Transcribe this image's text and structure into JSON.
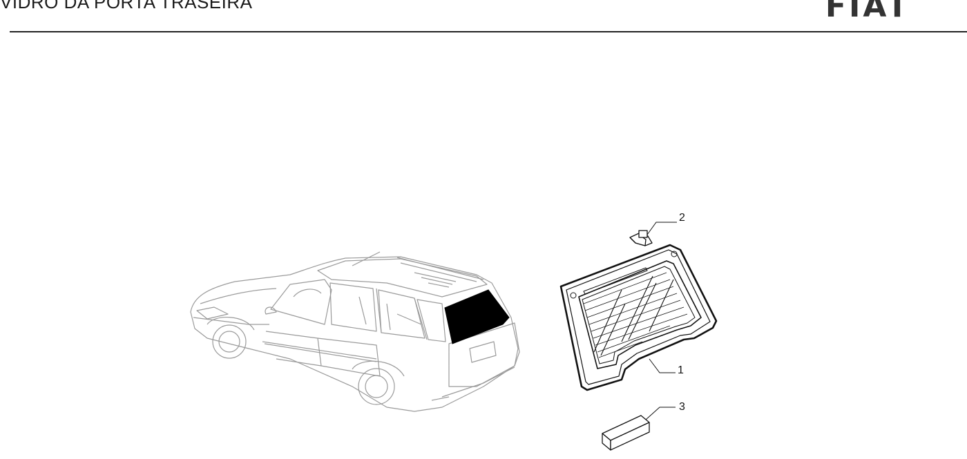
{
  "header": {
    "title": "VIDRO DA PORTA TRASEIRA",
    "brand": "FIAT"
  },
  "callouts": [
    {
      "number": "2",
      "part": "clip"
    },
    {
      "number": "1",
      "part": "rear-door-glass"
    },
    {
      "number": "3",
      "part": "adhesive-block"
    }
  ],
  "colors": {
    "line": "#111111",
    "car_outline": "#9a9a9a",
    "glass_highlight": "#000000"
  }
}
